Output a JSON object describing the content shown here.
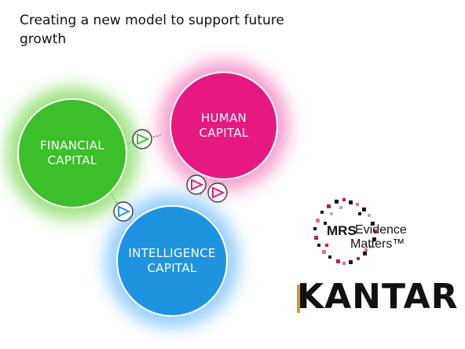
{
  "title": "Creating a new model to support future growth",
  "circles": {
    "financial": {
      "line1": "FINANCIAL",
      "line2": "CAPITAL",
      "color": "#3cbf2a"
    },
    "human": {
      "line1": "HUMAN",
      "line2": "CAPITAL",
      "color": "#e5197f"
    },
    "intelligence": {
      "line1": "INTELLIGENCE",
      "line2": "CAPITAL",
      "color": "#1e94e0"
    }
  },
  "mrs_logo": {
    "mark": "MRS",
    "line1": "Evidence",
    "line2": "Matters™"
  },
  "kantar_logo": {
    "text": "KANTAR",
    "accent": "#c9a227"
  }
}
